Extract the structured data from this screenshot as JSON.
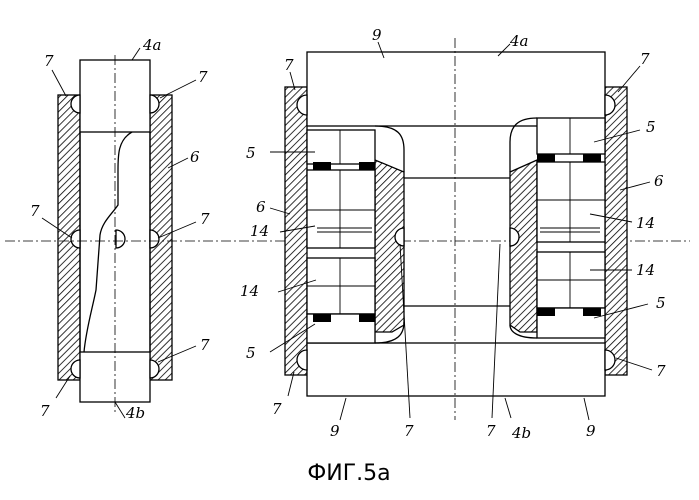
{
  "figure": {
    "caption": "ФИГ.5а",
    "labels": {
      "l_4a_left": "4a",
      "l_4a_right": "4a",
      "l_4b_left": "4b",
      "l_4b_right": "4b",
      "l_9_top": "9",
      "l_9_bot_left": "9",
      "l_9_bot_right": "9",
      "l_6_left": "6",
      "l_6_mid": "6",
      "l_6_right": "6",
      "l_5_ul": "5",
      "l_5_ll": "5",
      "l_5_ur": "5",
      "l_5_lr": "5",
      "l_14_ul": "14",
      "l_14_ll": "14",
      "l_14_ur": "14",
      "l_14_lr": "14",
      "l_7": [
        "7",
        "7",
        "7",
        "7",
        "7",
        "7",
        "7",
        "7",
        "7",
        "7",
        "7",
        "7"
      ]
    }
  }
}
